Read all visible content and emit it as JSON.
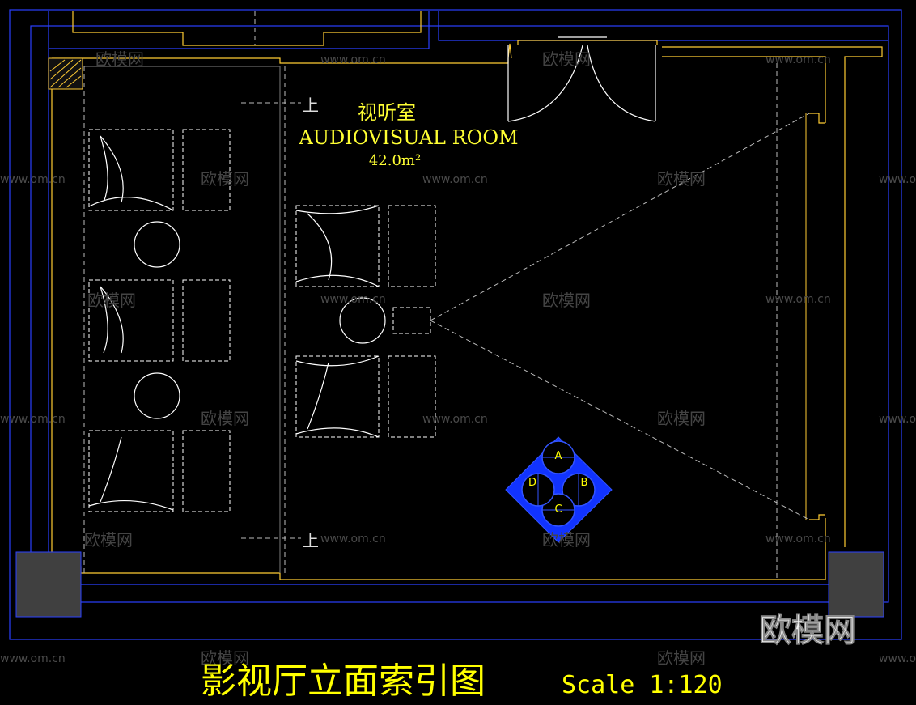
{
  "room": {
    "name_cn": "视听室",
    "name_en": "AUDIOVISUAL ROOM",
    "area": "42.0m²"
  },
  "stair_labels": [
    "上",
    "上"
  ],
  "index_symbol": {
    "labels": [
      "A",
      "B",
      "C",
      "D"
    ],
    "color": "#1133ff",
    "text_color": "#ffff00"
  },
  "footer": {
    "title_cn": "影视厅立面索引图",
    "scale": "Scale 1:120"
  },
  "watermark": {
    "url": "www.om.cn",
    "brand": "欧模网"
  },
  "colors": {
    "background": "#000000",
    "wall_yellow": "#ffcc33",
    "frame_blue": "#2a40ff",
    "title_yellow": "#ffff33",
    "gray_block": "#404040"
  }
}
